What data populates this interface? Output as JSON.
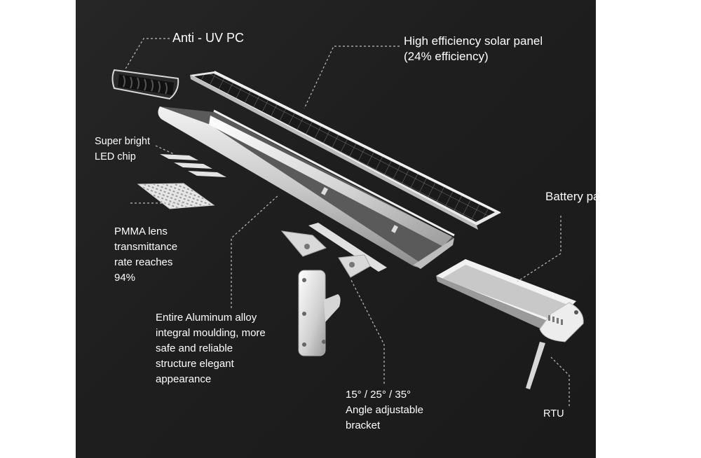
{
  "labels": {
    "anti_uv": "Anti - UV PC",
    "solar_panel": [
      "High efficiency solar panel",
      "(24% efficiency)"
    ],
    "led_chip": [
      "Super bright",
      "LED chip"
    ],
    "pmma": [
      "PMMA lens",
      "transmittance",
      "rate reaches",
      "94%"
    ],
    "aluminum": [
      "Entire Aluminum alloy",
      "integral moulding, more",
      "safe and reliable",
      "structure elegant",
      "appearance"
    ],
    "bracket": [
      "15°  /  25°  /  35°",
      "Angle adjustable",
      "bracket"
    ],
    "battery": "Battery pack",
    "rtu": "RTU"
  },
  "colors": {
    "background": "#1f1f1f",
    "page": "#ffffff",
    "text": "#ffffff",
    "leader_line": "#bdbdbd",
    "panel_cell": "#1c1c1c",
    "aluminum": "#d9d9d9"
  }
}
